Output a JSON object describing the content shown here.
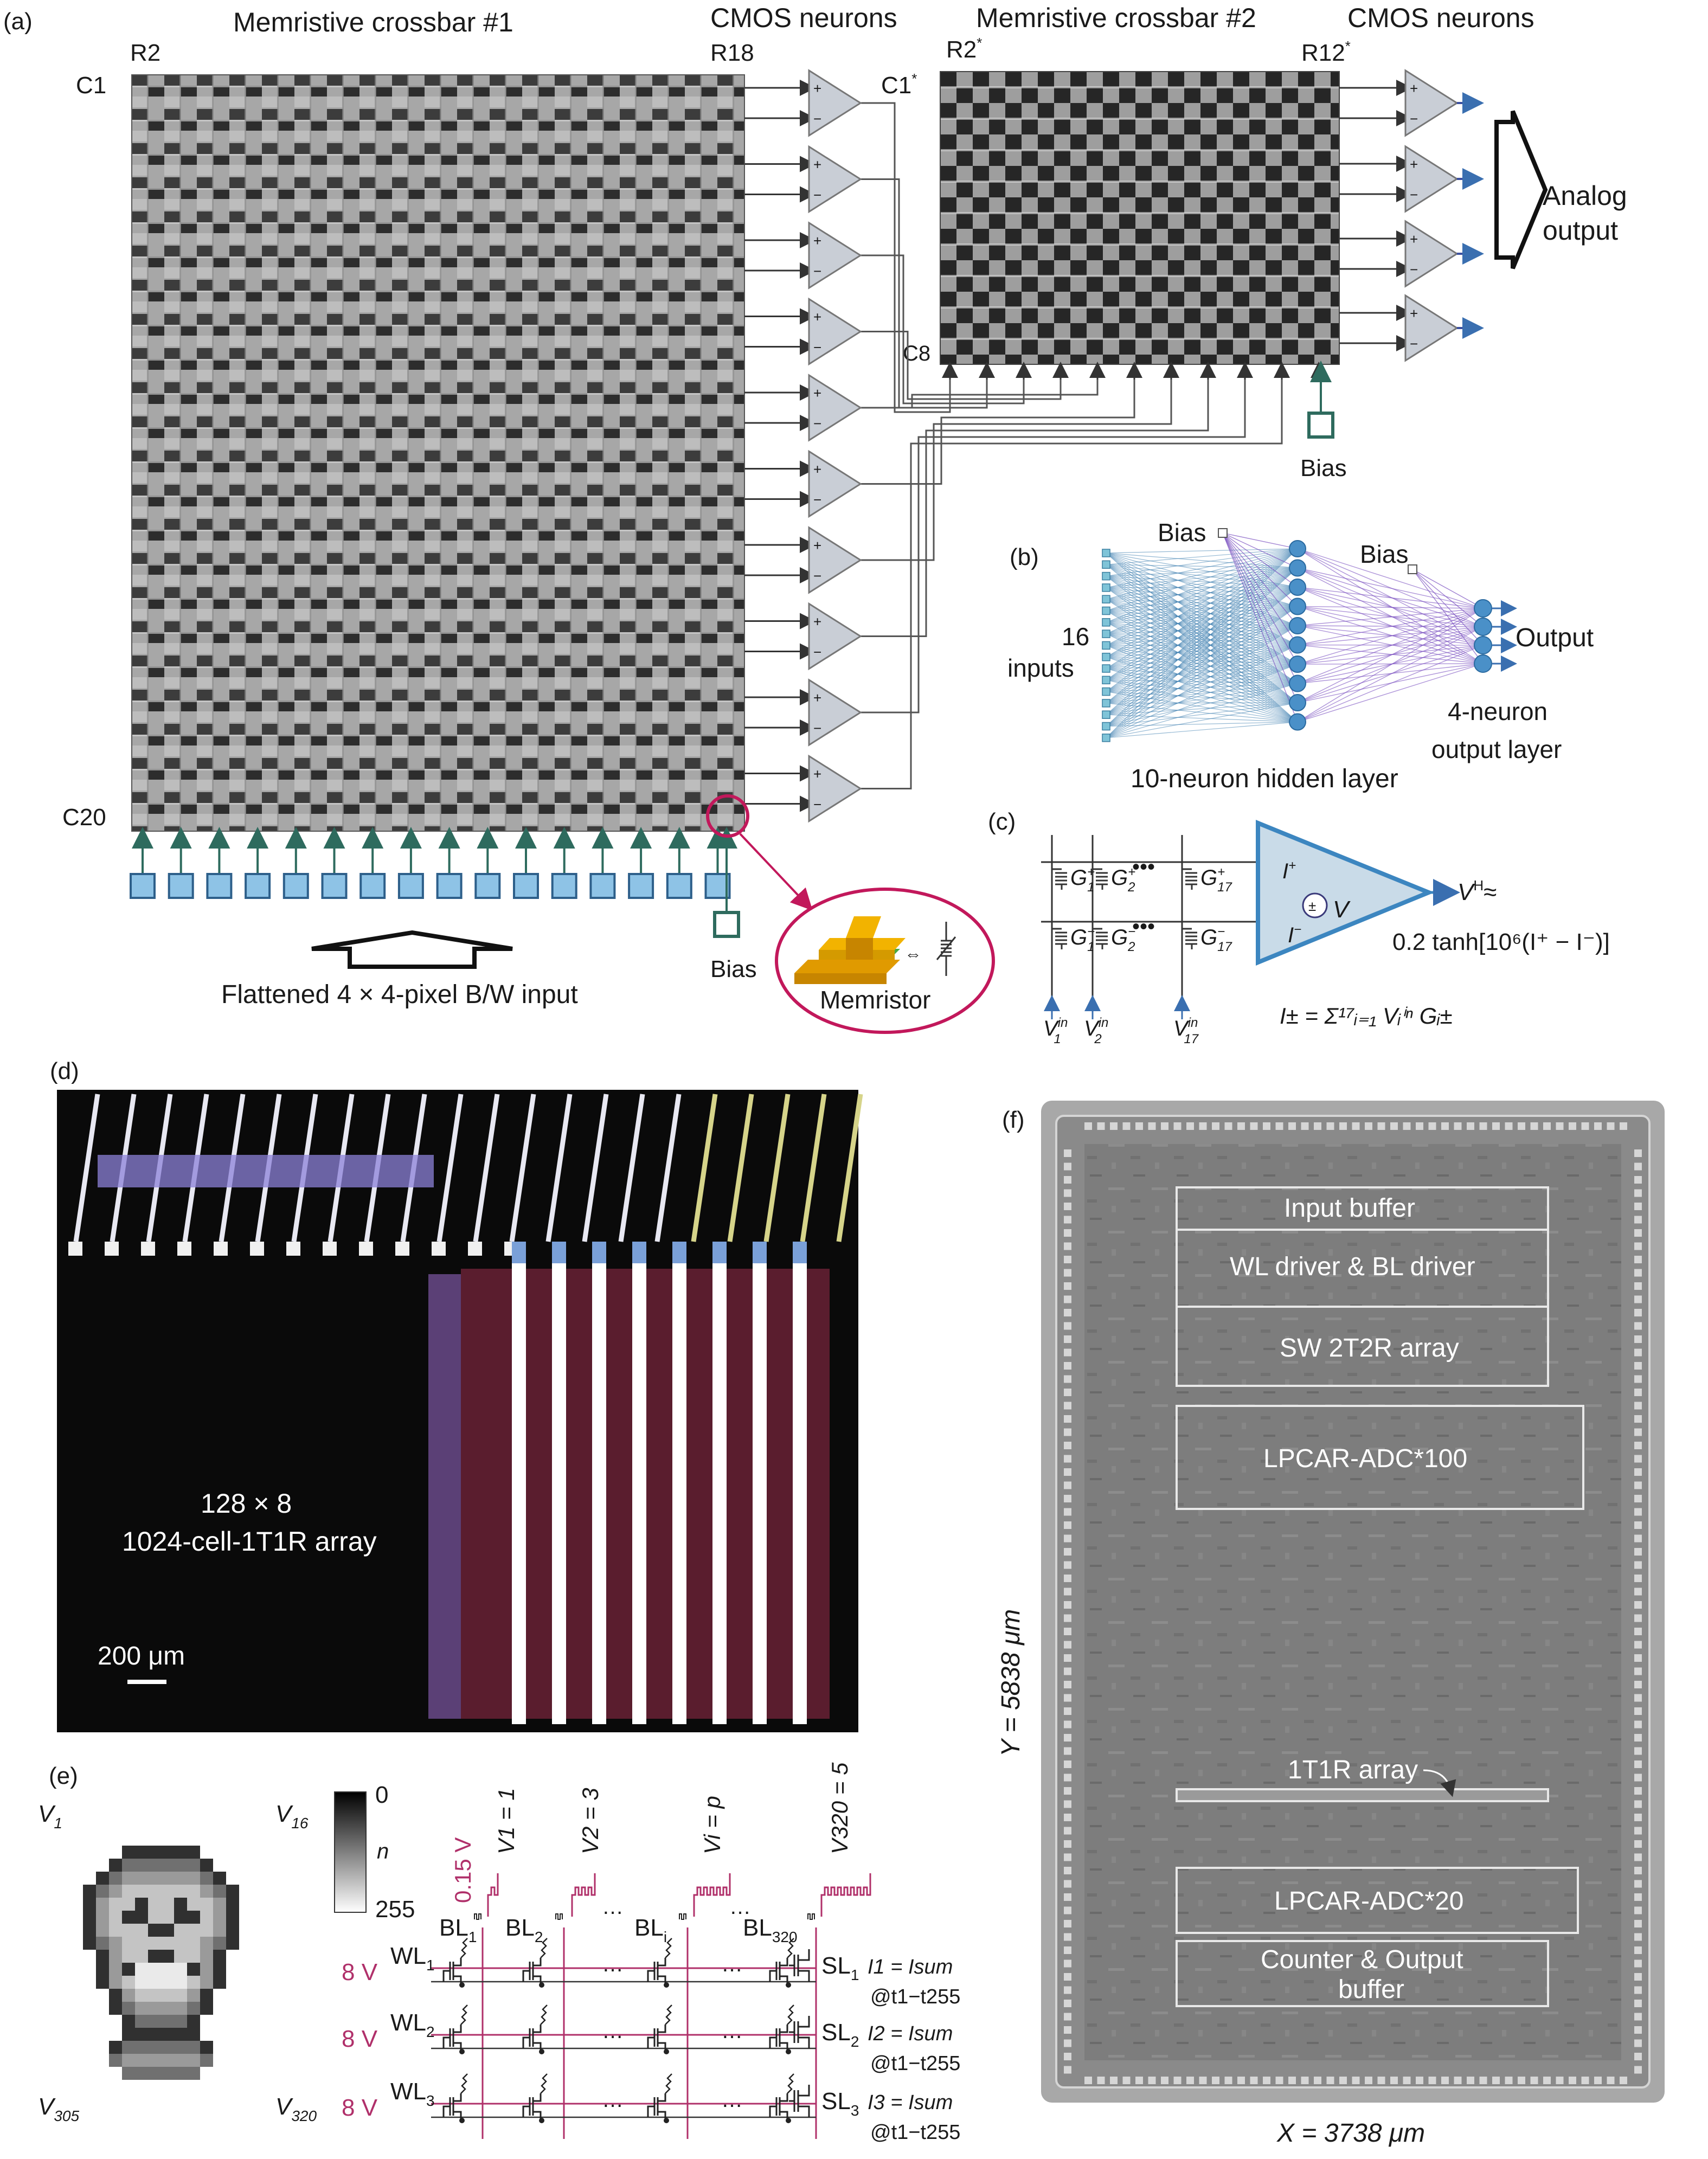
{
  "panels": {
    "a": {
      "tag": "(a)",
      "crossbar1_title": "Memristive crossbar #1",
      "neurons1_title": "CMOS neurons",
      "crossbar2_title": "Memristive crossbar #2",
      "neurons2_title": "CMOS neurons",
      "r2": "R2",
      "r18": "R18",
      "r2s": "R2",
      "r12s": "R12",
      "star": "*",
      "c1": "C1",
      "c20": "C20",
      "c1s": "C1",
      "c8": "C8",
      "bias_1": "Bias",
      "bias_2": "Bias",
      "analog_line1": "Analog",
      "analog_line2": "output",
      "input_caption": "Flattened 4 × 4-pixel B/W input",
      "memristor_label": "Memristor",
      "colors": {
        "input_box": "#8ec3e6",
        "bias_box": "#2e6b5e",
        "opamp": "#c9ced6",
        "arrow": "#2e6b5e",
        "callout": "#c2185b",
        "memristor_top": "#f2a900",
        "memristor_mid": "#49a942"
      }
    },
    "b": {
      "tag": "(b)",
      "bias_1": "Bias",
      "bias_2": "Bias",
      "inputs_line1": "16",
      "inputs_line2": "inputs",
      "hidden_label": "10-neuron hidden layer",
      "output_label": "Output",
      "out_layer_line1": "4-neuron",
      "out_layer_line2": "output layer",
      "colors": {
        "node": "#4a90c8",
        "edge1": "#3e7fb0",
        "edge2": "#7a4fc0"
      }
    },
    "c": {
      "tag": "(c)",
      "g1p": "G",
      "g2p": "G",
      "g17p": "G",
      "ip": "I",
      "im": "I",
      "v": "V",
      "vh": "V",
      "vh_sup": "H",
      "approx": "≈",
      "tanh": "0.2 tanh[10⁶(I⁺ − I⁻)]",
      "sum_formula": "I± = Σ¹⁷ᵢ₌₁ Vᵢⁱⁿ Gᵢ±",
      "v1": "V",
      "v2": "V",
      "v17": "V",
      "v_sup": "in",
      "sub1": "1",
      "sub2": "2",
      "sub17": "17",
      "colors": {
        "opamp": "#c9dbe8",
        "opamp_edge": "#3c86c0"
      }
    },
    "d": {
      "tag": "(d)",
      "array_line1": "128 × 8",
      "array_line2": "1024-cell-1T1R array",
      "scale": "200 μm"
    },
    "e": {
      "tag": "(e)",
      "v1": "V",
      "v16": "V",
      "v305": "V",
      "v320": "V",
      "sub1": "1",
      "sub16": "16",
      "sub305": "305",
      "sub320": "320",
      "cb_top": "0",
      "cb_mid": "n",
      "cb_bottom": "255",
      "v015": "0.15 V",
      "pulse_labels": [
        "V1 = 1",
        "V2 = 3",
        "Vi = p",
        "V320 = 5"
      ],
      "bl_labels": [
        "BL1",
        "BL2",
        "BLi",
        "BL320"
      ],
      "wl_labels": [
        "WL1",
        "WL2",
        "WL3"
      ],
      "sl_labels": [
        "SL1",
        "SL2",
        "SL3"
      ],
      "volt_labels": [
        "8 V",
        "8 V",
        "8 V"
      ],
      "i_labels": [
        "I1 = Isum",
        "I2 = Isum",
        "I3 = Isum"
      ],
      "t_labels": [
        "@t1−t255",
        "@t1−t255",
        "@t1−t255"
      ],
      "ellipsis": "…",
      "colors": {
        "accent": "#b0306a"
      }
    },
    "f": {
      "tag": "(f)",
      "blocks": [
        "Input buffer",
        "WL driver & BL driver",
        "SW 2T2R array",
        "LPCAR-ADC*100",
        "1T1R array",
        "LPCAR-ADC*20",
        "Counter & Output buffer"
      ],
      "y_dim": "Y = 5838 μm",
      "x_dim": "X = 3738 μm"
    }
  }
}
